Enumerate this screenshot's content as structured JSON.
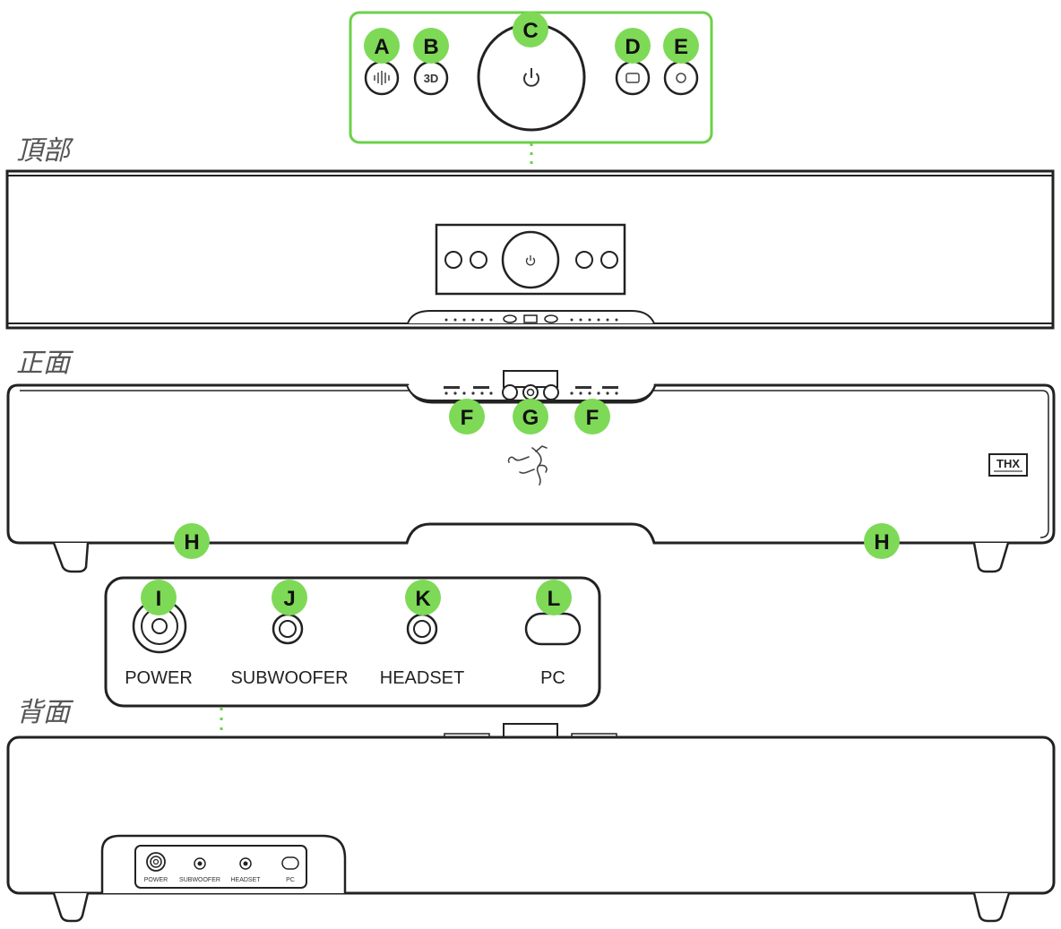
{
  "sections": {
    "top": "頂部",
    "front": "正面",
    "back": "背面"
  },
  "markers": {
    "A": "A",
    "B": "B",
    "C": "C",
    "D": "D",
    "E": "E",
    "F": "F",
    "G": "G",
    "H": "H",
    "I": "I",
    "J": "J",
    "K": "K",
    "L": "L"
  },
  "buttons": {
    "three_d": "3D"
  },
  "ports": {
    "power": "POWER",
    "subwoofer": "SUBWOOFER",
    "headset": "HEADSET",
    "pc": "PC"
  },
  "logos": {
    "thx": "THX"
  },
  "colors": {
    "accent": "#7ed957",
    "marker_text": "#111111",
    "outline": "#222222",
    "callout": "#6cd04a"
  },
  "icons": [
    "power-icon",
    "sound-mode-icon",
    "input-source-icon",
    "bluetooth-icon",
    "razer-logo-icon"
  ]
}
